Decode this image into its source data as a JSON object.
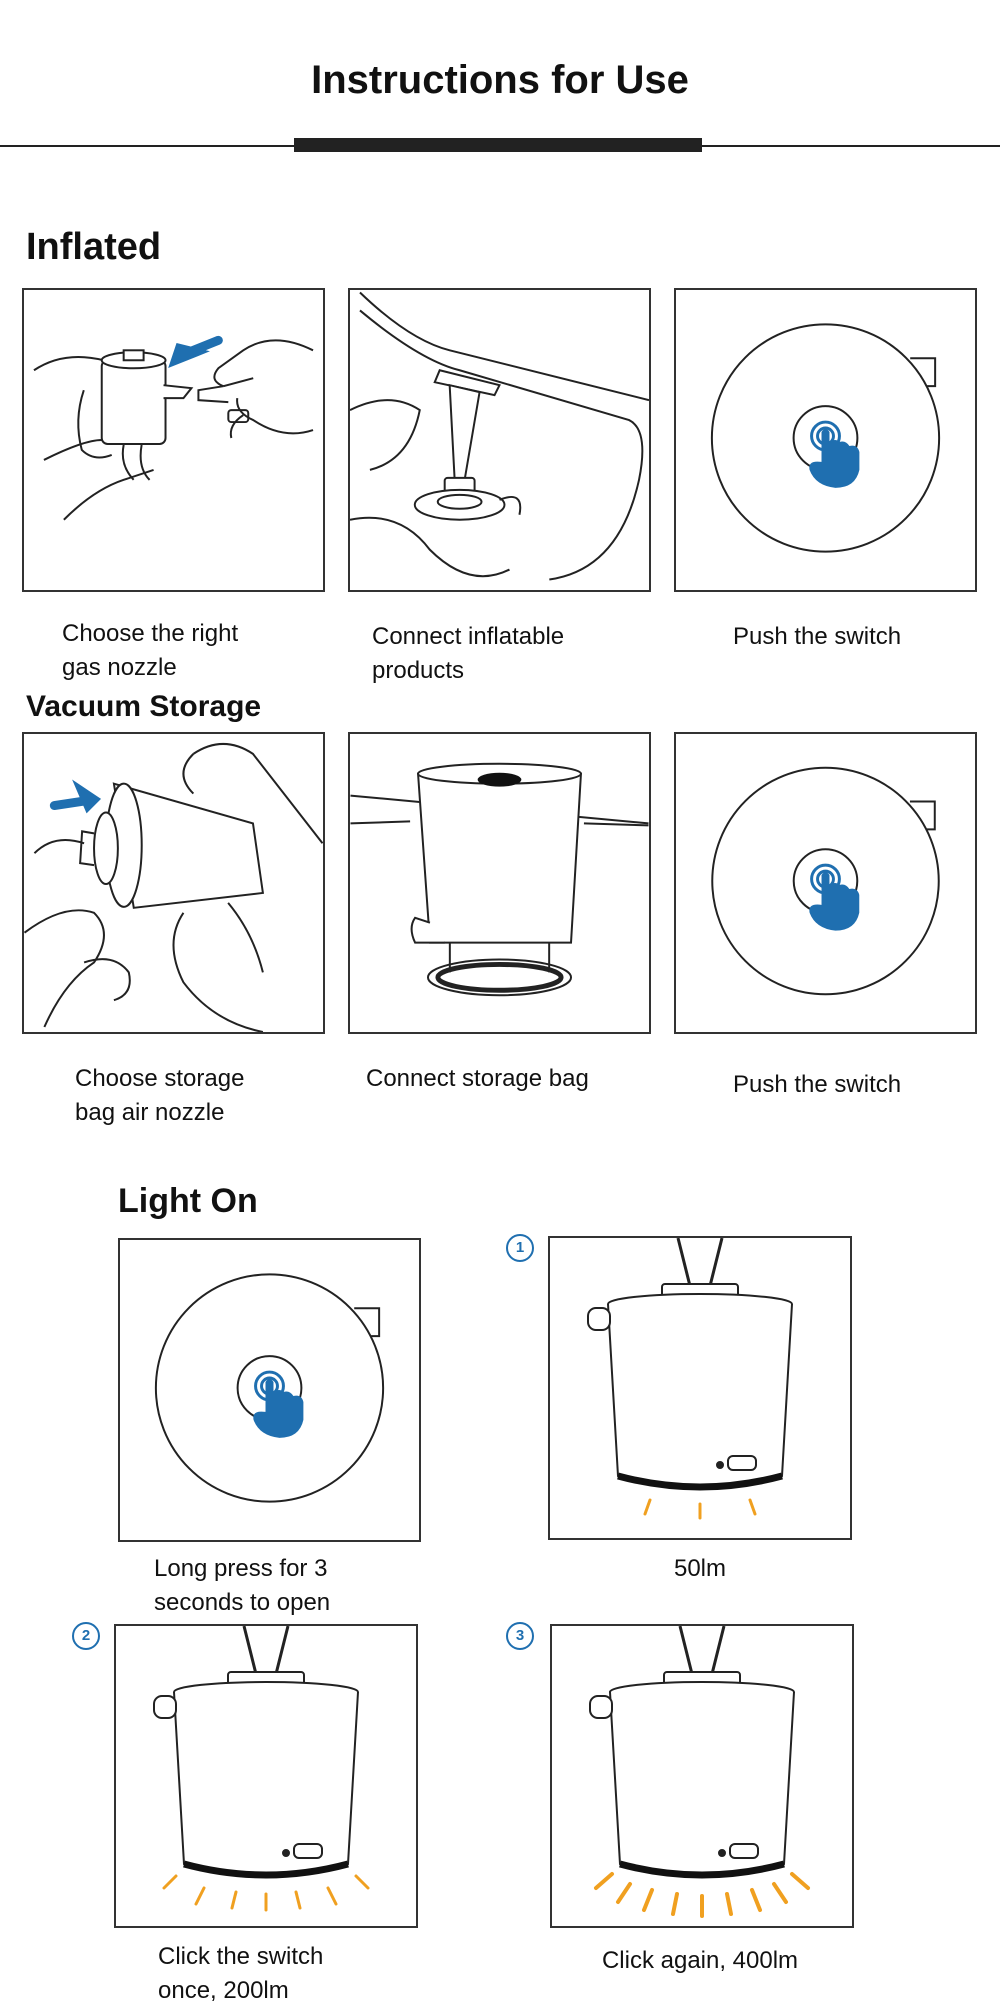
{
  "header": {
    "title": "Instructions for Use"
  },
  "inflated": {
    "heading": "Inflated",
    "steps": [
      {
        "caption_line1": "Choose the right",
        "caption_line2": "gas nozzle"
      },
      {
        "caption_line1": "Connect inflatable",
        "caption_line2": "products"
      },
      {
        "caption_line1": "Push the switch",
        "caption_line2": ""
      }
    ]
  },
  "vacuum": {
    "heading": "Vacuum Storage",
    "steps": [
      {
        "caption_line1": "Choose storage",
        "caption_line2": "bag air nozzle"
      },
      {
        "caption_line1": "Connect storage bag",
        "caption_line2": ""
      },
      {
        "caption_line1": "Push the switch",
        "caption_line2": ""
      }
    ]
  },
  "light": {
    "heading": "Light On",
    "steps": [
      {
        "badge": "",
        "caption_line1": "Long press for 3",
        "caption_line2": "seconds to open"
      },
      {
        "badge": "1",
        "caption_line1": "50lm",
        "caption_line2": ""
      },
      {
        "badge": "2",
        "caption_line1": "Click the switch",
        "caption_line2": "once, 200lm"
      },
      {
        "badge": "3",
        "caption_line1": "Click again, 400lm",
        "caption_line2": ""
      }
    ]
  },
  "colors": {
    "accent_blue": "#1f6fb0",
    "light_glow": "#f0a020",
    "line": "#222222"
  }
}
